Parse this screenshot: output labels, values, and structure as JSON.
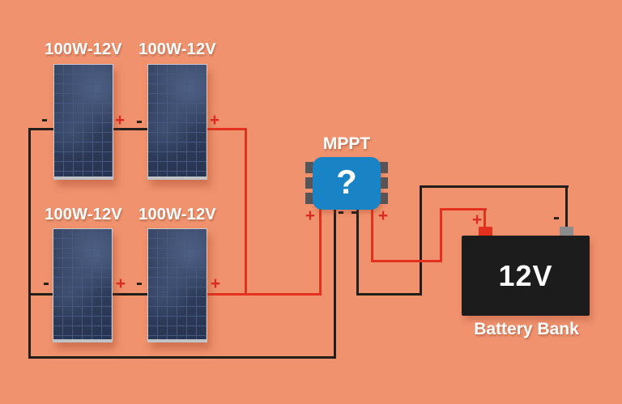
{
  "diagram": {
    "type": "solar-wiring-diagram",
    "description_visible_text_only": true
  },
  "panels": {
    "items": [
      {
        "id": 1,
        "label": "100W-12V",
        "neg_label": "-",
        "pos_label": "+"
      },
      {
        "id": 2,
        "label": "100W-12V",
        "neg_label": "-",
        "pos_label": "+"
      },
      {
        "id": 3,
        "label": "100W-12V",
        "neg_label": "-",
        "pos_label": "+"
      },
      {
        "id": 4,
        "label": "100W-12V",
        "neg_label": "-",
        "pos_label": "+"
      }
    ]
  },
  "controller": {
    "label": "MPPT",
    "display_symbol": "?",
    "pv_pos_label": "+",
    "pv_neg_label": "-",
    "bat_neg_label": "-",
    "bat_pos_label": "+"
  },
  "battery": {
    "voltage_label": "12V",
    "name_label": "Battery Bank",
    "pos_label": "+",
    "neg_label": "-"
  },
  "colors": {
    "background": "#F0926E",
    "positive_wire": "#E3301F",
    "negative_wire": "#221F1B",
    "controller_blue": "#1884C6",
    "panel_navy": "#2B3A5C",
    "battery_black": "#1C1C1C",
    "battery_neg_terminal_gray": "#8C8C8C",
    "label_text": "#FFFFFF"
  }
}
